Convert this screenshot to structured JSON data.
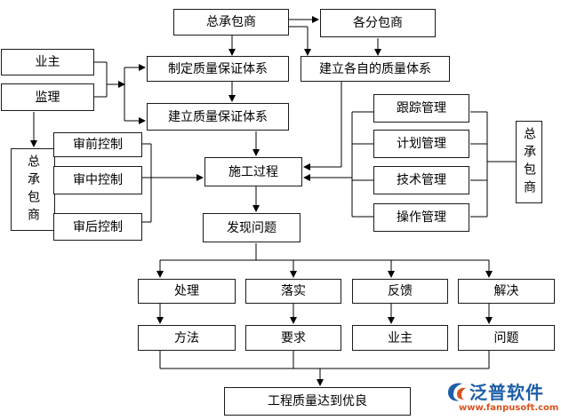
{
  "nodes": {
    "general_contractor": "总承包商",
    "subcontractor": "各分包商",
    "owner": "业主",
    "supervisor": "监理",
    "formulate_qa": "制定质量保证体系",
    "establish_own_qs": "建立各自的质量体系",
    "establish_qa": "建立质量保证体系",
    "left_general_contractor": "总承包商",
    "pre_review": "审前控制",
    "mid_review": "审中控制",
    "post_review": "审后控制",
    "construction": "施工过程",
    "discover": "发现问题",
    "tracking": "跟踪管理",
    "planning": "计划管理",
    "technical": "技术管理",
    "operation": "操作管理",
    "right_general_contractor": "总承包商",
    "handle": "处理",
    "implement": "落实",
    "feedback": "反馈",
    "resolve": "解决",
    "method": "方法",
    "requirement": "要求",
    "owner2": "业主",
    "problem": "问题",
    "final": "工程质量达到优良"
  },
  "logo": {
    "brand": "泛普软件",
    "url": "www.fanpusoft.com",
    "colors": {
      "primary": "#1d5ea8",
      "accent": "#d9541e"
    }
  }
}
